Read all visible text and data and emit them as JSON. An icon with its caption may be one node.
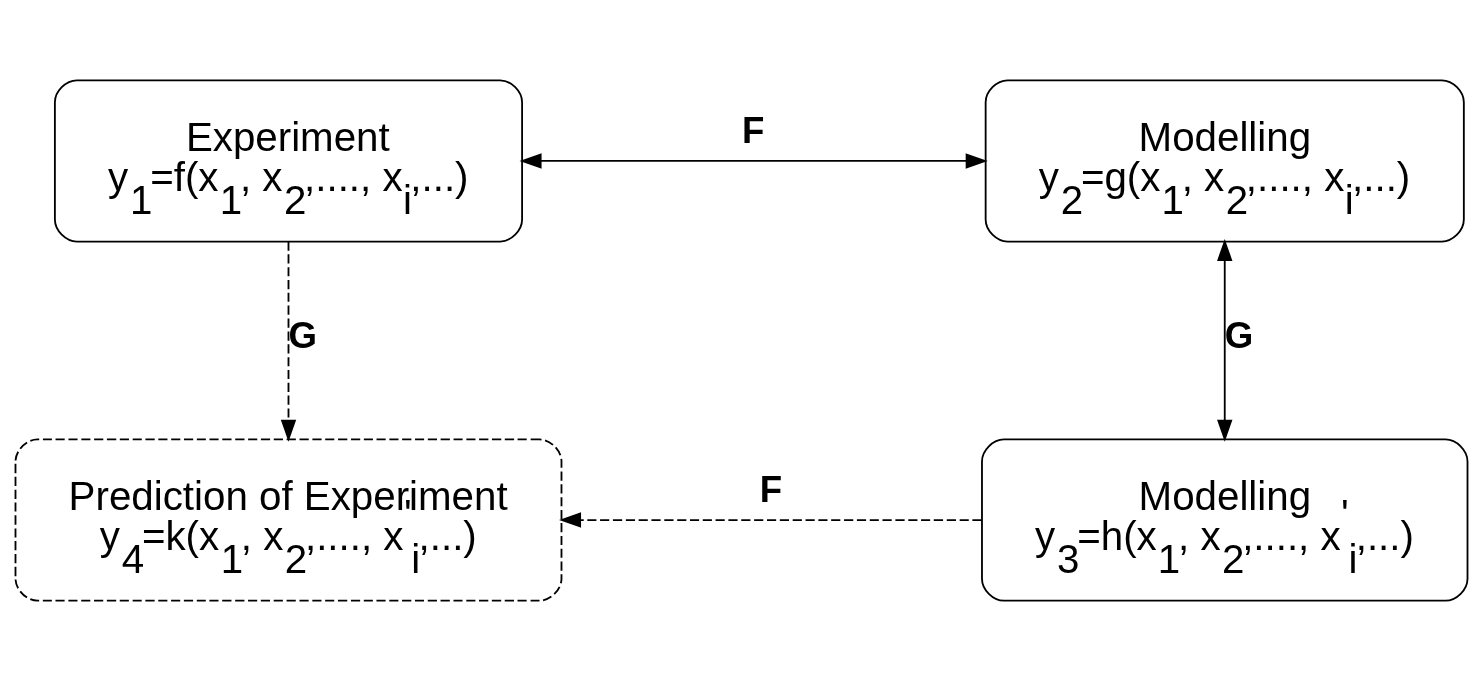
{
  "diagram": {
    "nodes": [
      {
        "text": [
          "Experiment",
          "y$_{1}$=f(x$_{1}$, x$_{2}$,...., x$_{i}$,...)"
        ]
      },
      {
        "text": [
          "Modelling",
          "y$_{2}$=g(x$_{1}$, x$_{2}$,...., x$_{i}$,...)"
        ]
      },
      {
        "text": [
          "Prediction of Experiment",
          "y$_{4}$=k(x$_{1}$, x$_{2}$,...., x$^{'}$$_{i}$,...)"
        ]
      },
      {
        "text": [
          "Modelling",
          "y$_{3}$=h(x$_{1}$, x$_{2}$,...., x$^{'}$$_{i}$,...)"
        ]
      }
    ],
    "edges": [
      {
        "from": 0,
        "to": 1,
        "arrow": "both",
        "label": "F"
      },
      {
        "from": 0,
        "to": 2,
        "arrow": "to",
        "label": "G",
        "style": "dashed"
      },
      {
        "from": 1,
        "to": 3,
        "arrow": "both",
        "label": "G"
      },
      {
        "from": 3,
        "to": 2,
        "arrow": "to",
        "label": "F",
        "style": "dashed"
      }
    ]
  }
}
